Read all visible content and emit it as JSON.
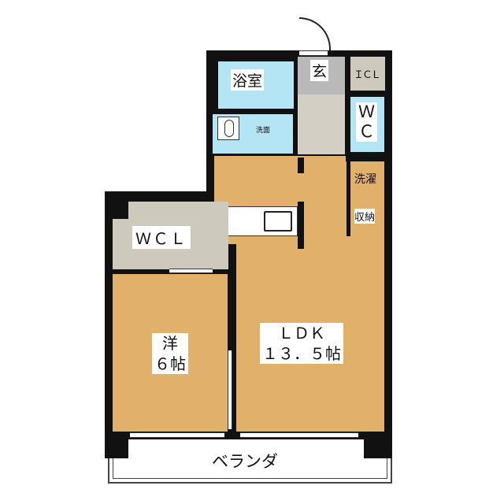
{
  "rooms": {
    "bath": "浴室",
    "washroom": "洗面",
    "entrance": "玄",
    "icl": "ＩＣＬ",
    "wc_line1": "Ｗ",
    "wc_line2": "Ｃ",
    "laundry": "洗濯",
    "storage": "収納",
    "wcl": "ＷＣＬ",
    "western_line1": "洋",
    "western_line2": "６帖",
    "ldk_line1": "ＬＤＫ",
    "ldk_line2": "１３．５帖",
    "balcony": "ベランダ"
  },
  "colors": {
    "floor": "#e1b06b",
    "wet": "#b3e5f4",
    "storage": "#cdc9bd",
    "wall": "#111111"
  }
}
